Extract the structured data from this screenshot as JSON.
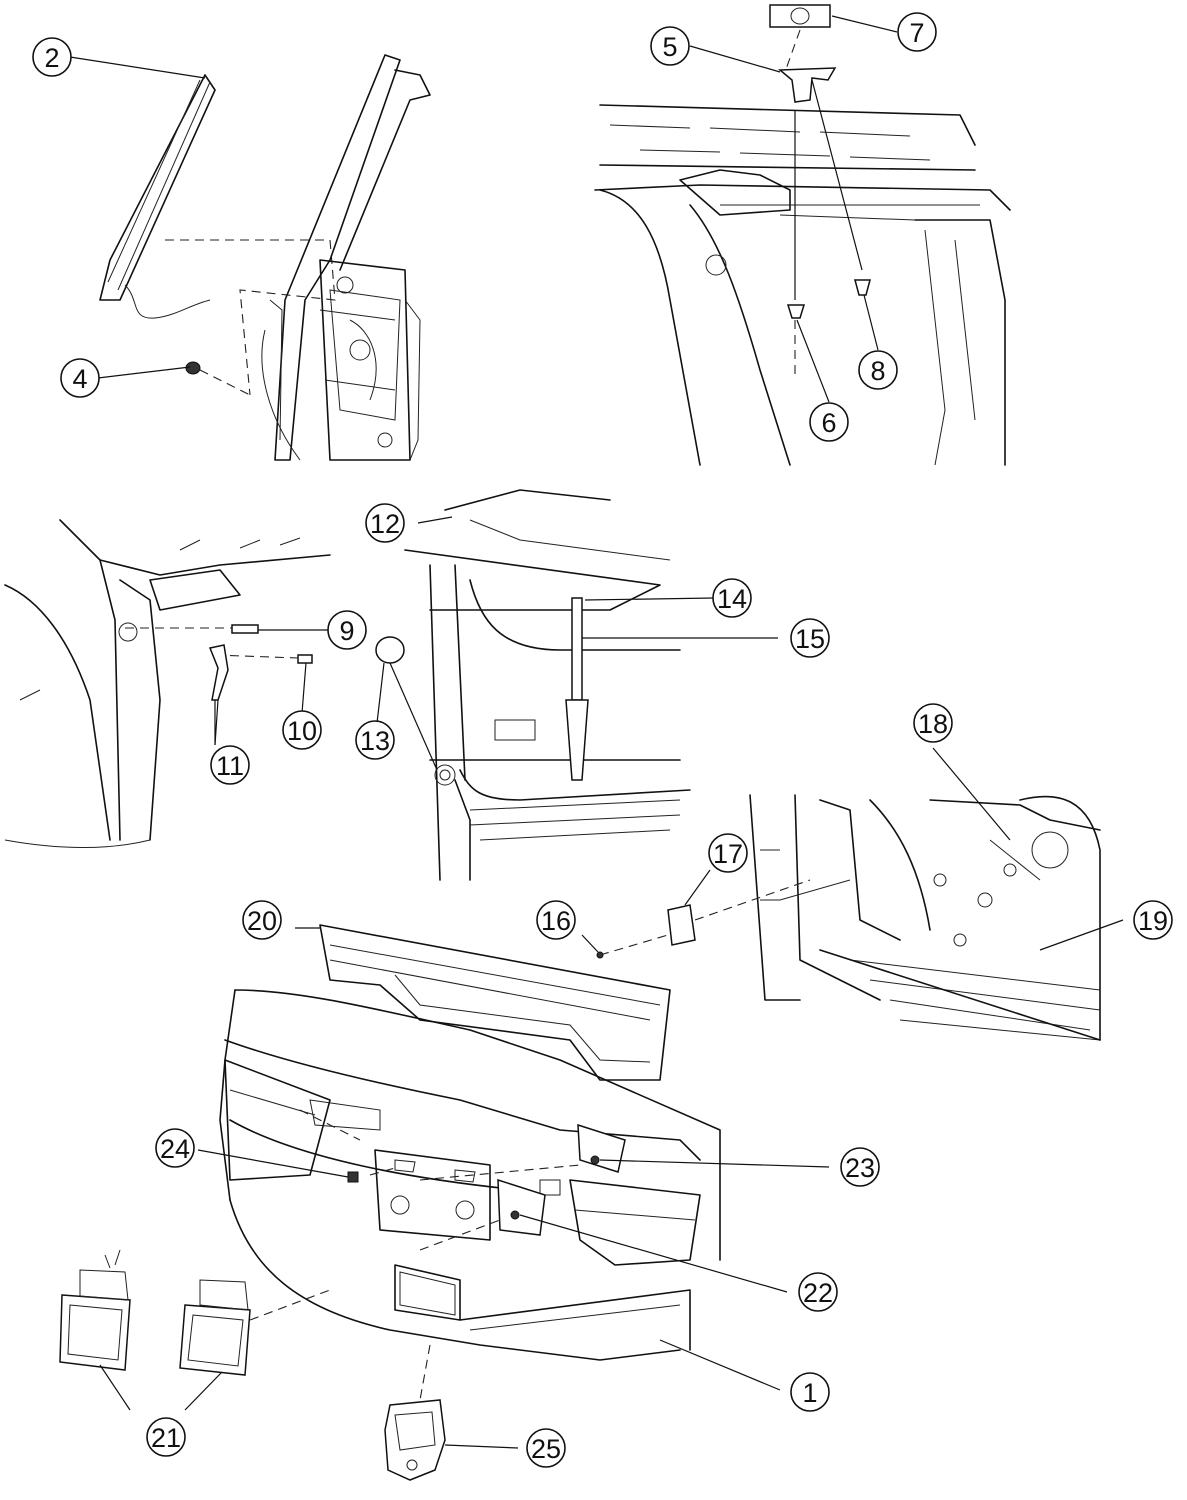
{
  "callouts": [
    {
      "id": "1",
      "label": "1"
    },
    {
      "id": "2",
      "label": "2"
    },
    {
      "id": "4",
      "label": "4"
    },
    {
      "id": "5",
      "label": "5"
    },
    {
      "id": "6",
      "label": "6"
    },
    {
      "id": "7",
      "label": "7"
    },
    {
      "id": "8",
      "label": "8"
    },
    {
      "id": "9",
      "label": "9"
    },
    {
      "id": "10",
      "label": "10"
    },
    {
      "id": "11",
      "label": "11"
    },
    {
      "id": "12",
      "label": "12"
    },
    {
      "id": "13",
      "label": "13"
    },
    {
      "id": "14",
      "label": "14"
    },
    {
      "id": "15",
      "label": "15"
    },
    {
      "id": "16",
      "label": "16"
    },
    {
      "id": "17",
      "label": "17"
    },
    {
      "id": "18",
      "label": "18"
    },
    {
      "id": "19",
      "label": "19"
    },
    {
      "id": "20",
      "label": "20"
    },
    {
      "id": "21",
      "label": "21"
    },
    {
      "id": "22",
      "label": "22"
    },
    {
      "id": "23",
      "label": "23"
    },
    {
      "id": "24",
      "label": "24"
    },
    {
      "id": "25",
      "label": "25"
    }
  ]
}
